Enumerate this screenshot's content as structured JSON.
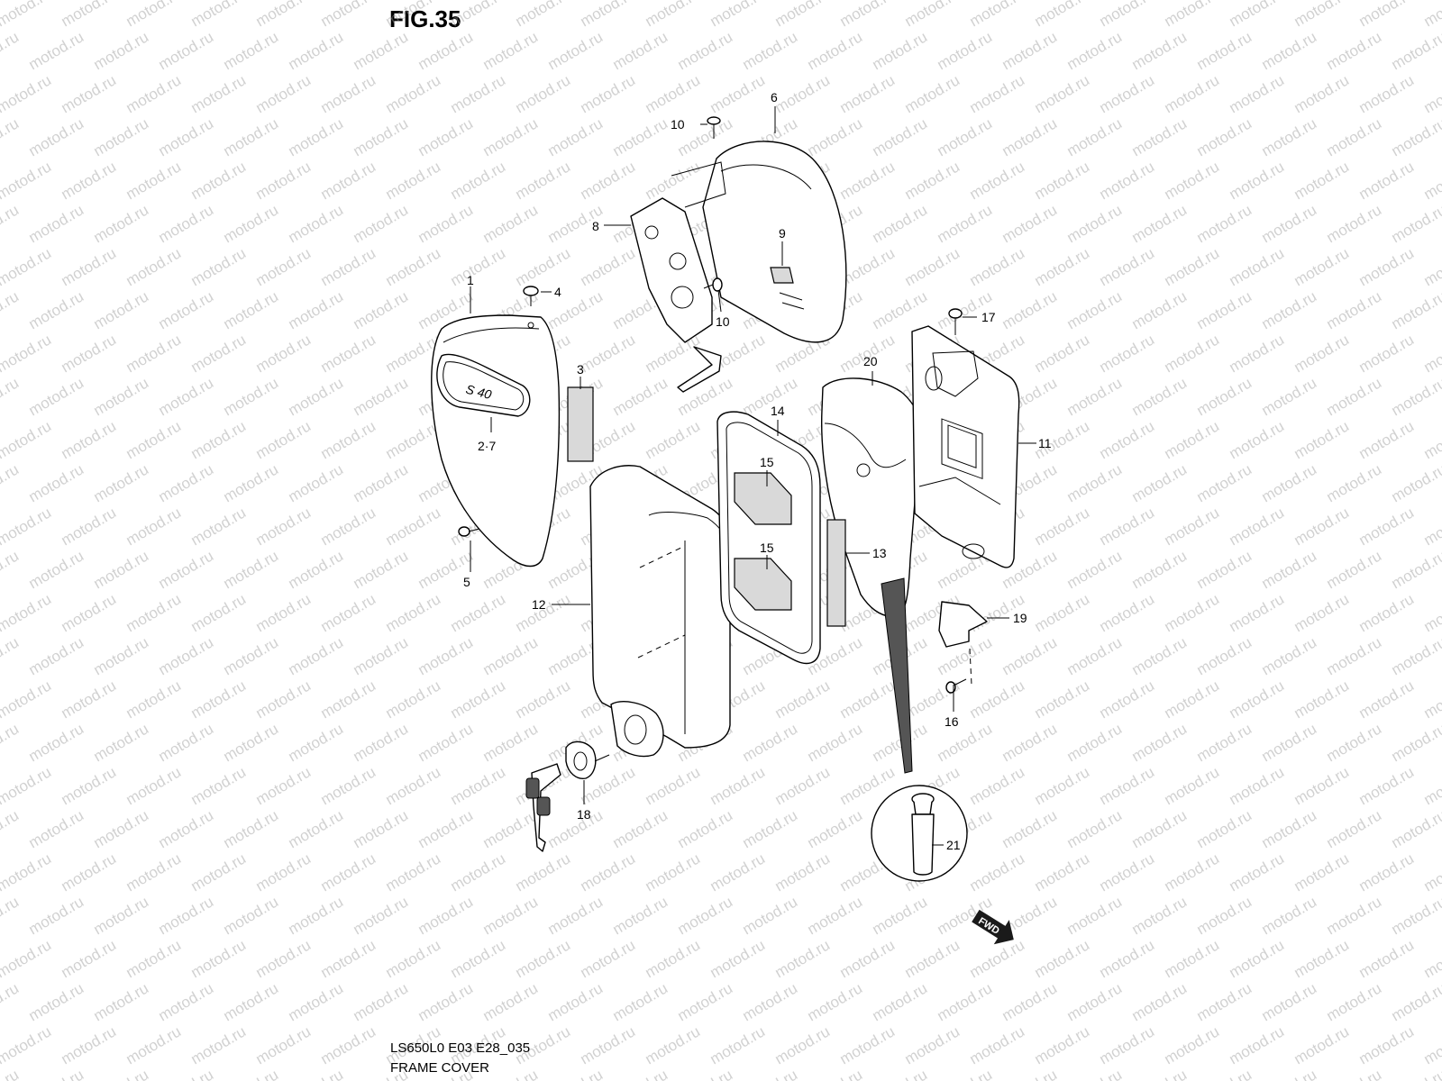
{
  "figure_title": "FIG.35",
  "model_code": "LS650L0 E03 E28_035",
  "section_name": "FRAME COVER",
  "watermark_text": "motod.ru",
  "fwd_label": "FWD",
  "emblem_text": "S 40",
  "callouts": {
    "p1": "1",
    "p2_7": "2·7",
    "p3": "3",
    "p4": "4",
    "p5": "5",
    "p6": "6",
    "p8": "8",
    "p9": "9",
    "p10a": "10",
    "p10b": "10",
    "p11": "11",
    "p12": "12",
    "p13": "13",
    "p14": "14",
    "p15a": "15",
    "p15b": "15",
    "p16": "16",
    "p17": "17",
    "p18": "18",
    "p19": "19",
    "p20": "20",
    "p21": "21"
  }
}
